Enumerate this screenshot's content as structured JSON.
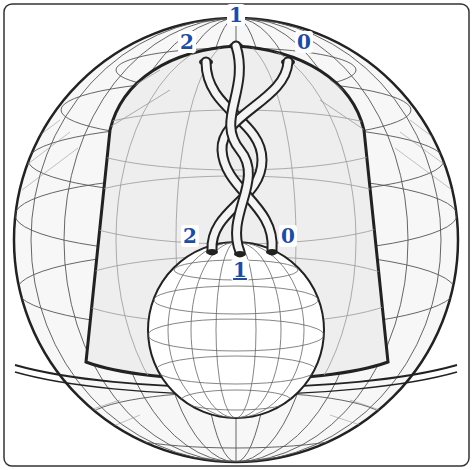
{
  "diagram": {
    "labels": [
      "1",
      "2",
      "0",
      "2",
      "1",
      "0"
    ]
  }
}
